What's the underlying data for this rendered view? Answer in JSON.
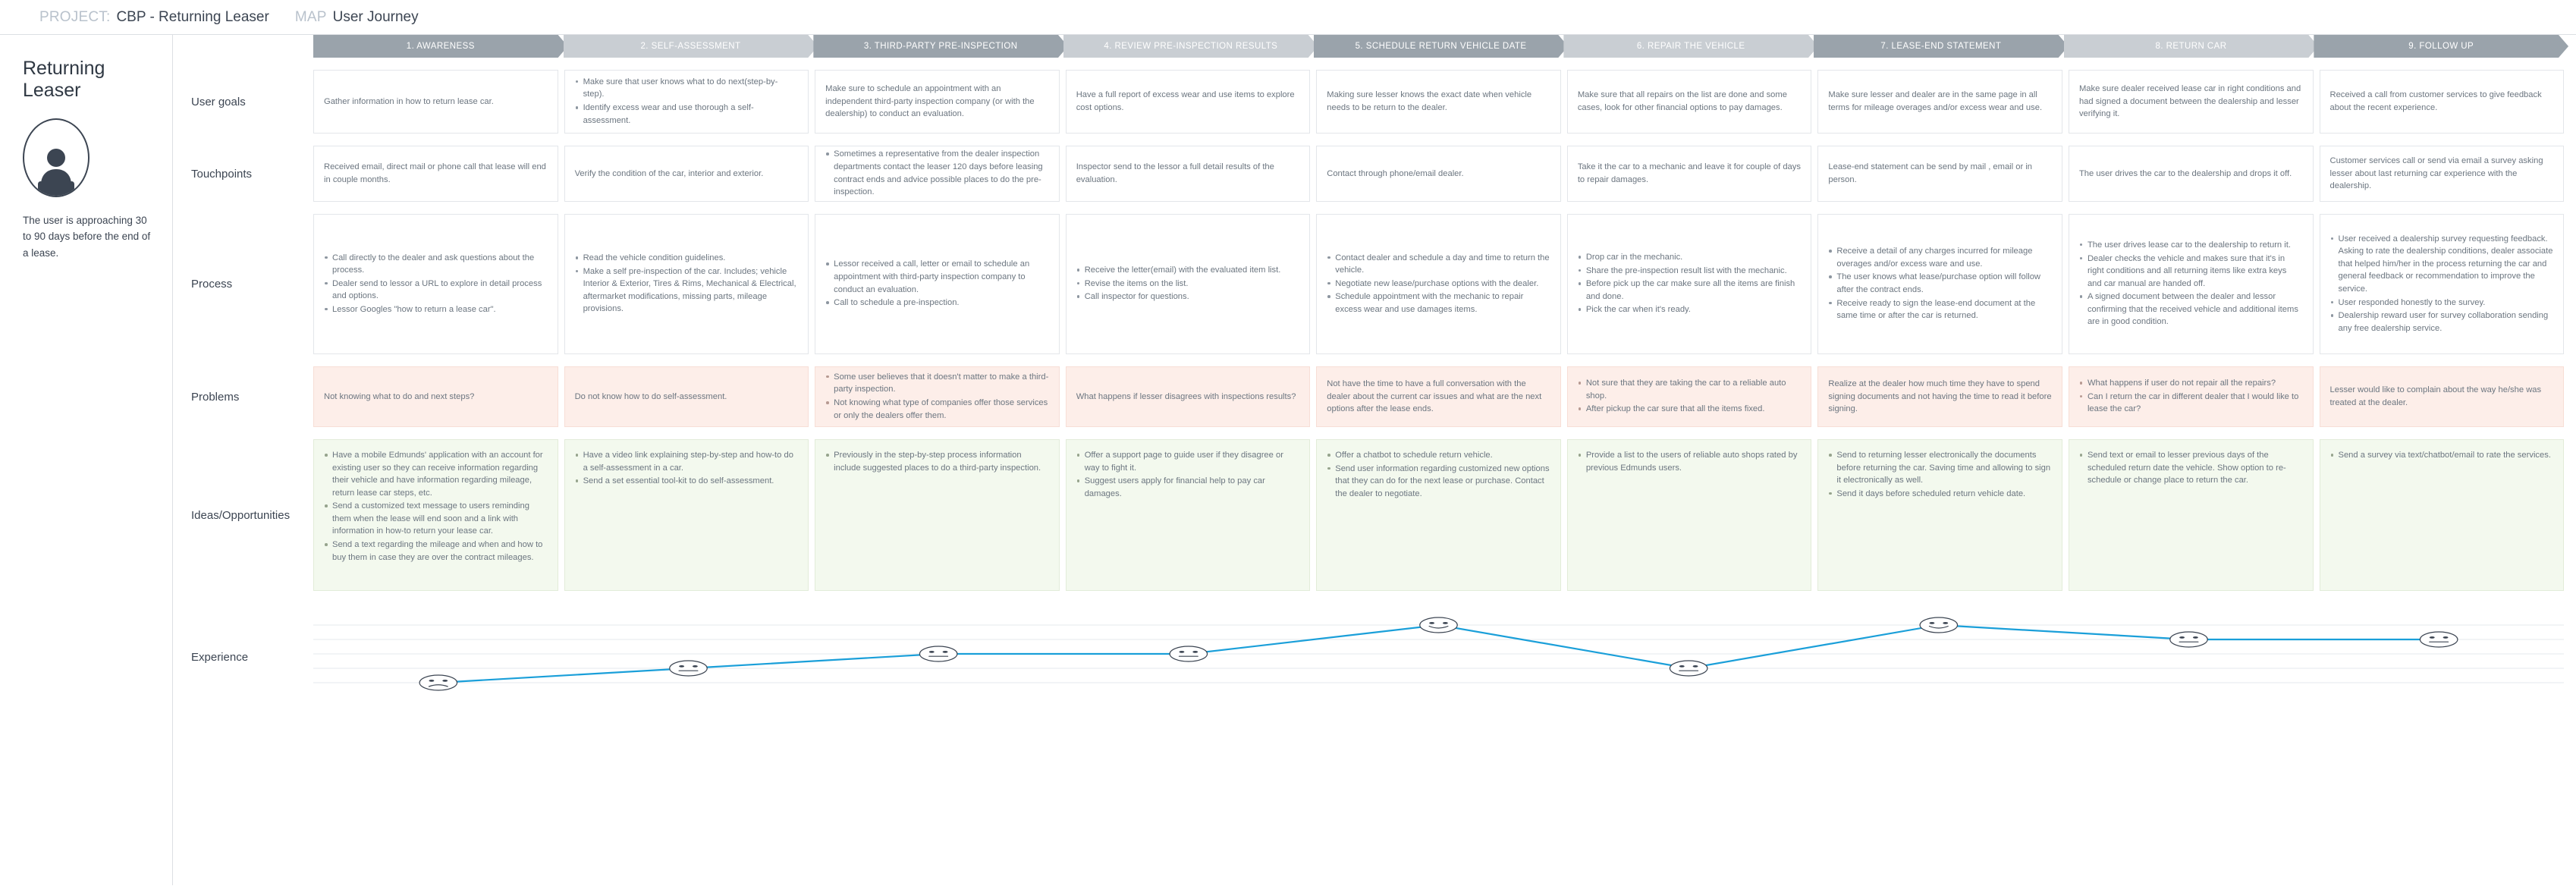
{
  "topbar": {
    "project_label": "PROJECT:",
    "project_value": "CBP - Returning Leaser",
    "map_label": "MAP",
    "map_value": "User Journey"
  },
  "persona": {
    "title": "Returning Leaser",
    "avatar_icon": "user-avatar-icon",
    "description": "The user is approaching 30 to 90 days before the end of a lease."
  },
  "phases": [
    {
      "label": "1. AWARENESS",
      "tone": "dark"
    },
    {
      "label": "2. SELF-ASSESSMENT",
      "tone": "light"
    },
    {
      "label": "3. THIRD-PARTY PRE-INSPECTION",
      "tone": "dark"
    },
    {
      "label": "4. REVIEW PRE-INSPECTION RESULTS",
      "tone": "light"
    },
    {
      "label": "5. SCHEDULE RETURN VEHICLE DATE",
      "tone": "dark"
    },
    {
      "label": "6. REPAIR THE VEHICLE",
      "tone": "light"
    },
    {
      "label": "7. LEASE-END STATEMENT",
      "tone": "dark"
    },
    {
      "label": "8. RETURN CAR",
      "tone": "light"
    },
    {
      "label": "9. FOLLOW UP",
      "tone": "dark"
    }
  ],
  "rows": {
    "goals": {
      "label": "User goals",
      "cells": [
        {
          "text": "Gather information in how to return lease car.",
          "bullets": []
        },
        {
          "text": "",
          "bullets": [
            "Make sure that user knows what to do next(step-by-step).",
            "Identify excess wear and use thorough a self-assessment."
          ]
        },
        {
          "text": "Make sure to schedule an appointment with an independent third-party inspection company (or with the dealership) to conduct an evaluation.",
          "bullets": []
        },
        {
          "text": "Have a full report of excess wear and use items to explore cost options.",
          "bullets": []
        },
        {
          "text": "Making sure lesser knows the exact date when vehicle needs to be return to the dealer.",
          "bullets": []
        },
        {
          "text": "Make sure that all repairs on the list are done and some cases, look for other financial options to pay damages.",
          "bullets": []
        },
        {
          "text": "Make sure lesser and dealer are in the same page in all terms for mileage overages and/or excess wear and use.",
          "bullets": []
        },
        {
          "text": "Make sure dealer received lease car in right conditions and had signed a document between the dealership and lesser verifying it.",
          "bullets": []
        },
        {
          "text": "Received a call from customer services to give feedback about the recent experience.",
          "bullets": []
        }
      ]
    },
    "touchpoints": {
      "label": "Touchpoints",
      "cells": [
        {
          "text": "Received email, direct mail or phone call that lease will end in couple months.",
          "bullets": []
        },
        {
          "text": "Verify the condition of the car, interior and exterior.",
          "bullets": []
        },
        {
          "text": "",
          "bullets": [
            "Sometimes a representative from the dealer inspection departments contact the leaser 120 days before leasing contract ends and advice possible places to do the pre-inspection."
          ]
        },
        {
          "text": "Inspector send to the lessor a full detail results of the evaluation.",
          "bullets": []
        },
        {
          "text": "Contact through phone/email dealer.",
          "bullets": []
        },
        {
          "text": "Take it the car to a mechanic and leave it for couple of days to repair damages.",
          "bullets": []
        },
        {
          "text": "Lease-end statement can be send by mail , email or in person.",
          "bullets": []
        },
        {
          "text": "The user drives the car to the dealership and drops it off.",
          "bullets": []
        },
        {
          "text": "Customer services call or send via email a survey asking lesser about last returning car experience with the dealership.",
          "bullets": []
        }
      ]
    },
    "process": {
      "label": "Process",
      "cells": [
        {
          "text": "",
          "bullets": [
            "Call directly to the dealer and ask questions about the process.",
            "Dealer send to lessor a URL to explore in detail process and options.",
            "Lessor Googles \"how to return a lease car\"."
          ]
        },
        {
          "text": "",
          "bullets": [
            "Read the vehicle condition guidelines.",
            "Make a self pre-inspection of the car. Includes; vehicle Interior & Exterior, Tires & Rims, Mechanical & Electrical, aftermarket modifications, missing parts, mileage provisions."
          ]
        },
        {
          "text": "",
          "bullets": [
            "Lessor received a call, letter or email to schedule an appointment with third-party inspection company to conduct an evaluation.",
            "Call to schedule a pre-inspection."
          ]
        },
        {
          "text": "",
          "bullets": [
            "Receive the letter(email) with the evaluated item list.",
            "Revise the items on the list.",
            "Call inspector for questions."
          ]
        },
        {
          "text": "",
          "bullets": [
            "Contact dealer and schedule a day and time to return the vehicle.",
            "Negotiate new lease/purchase options with the dealer.",
            "Schedule appointment with the mechanic to repair excess wear and use damages items."
          ]
        },
        {
          "text": "",
          "bullets": [
            "Drop car in the mechanic.",
            "Share the pre-inspection result list with the mechanic.",
            "Before pick up the car make sure all the items are finish and done.",
            "Pick the car when it's ready."
          ]
        },
        {
          "text": "",
          "bullets": [
            "Receive a detail of any charges incurred for mileage overages and/or excess ware and use.",
            "The user knows what lease/purchase option will follow after the contract ends.",
            "Receive ready to sign the lease-end document at the same time or after the car is returned."
          ]
        },
        {
          "text": "",
          "bullets": [
            "The user drives lease car to the dealership to return it.",
            "Dealer checks the vehicle and makes sure that it's in right conditions and all returning items like extra keys and car manual are handed off.",
            "A signed document between the dealer and lessor confirming that the received vehicle and additional items are in good condition."
          ]
        },
        {
          "text": "",
          "bullets": [
            "User received a dealership survey requesting feedback. Asking to rate the dealership conditions, dealer associate that helped him/her in the process returning the car and general feedback or recommendation to improve the service.",
            "User responded honestly to the survey.",
            "Dealership reward user for survey collaboration sending any free dealership service."
          ]
        }
      ]
    },
    "problems": {
      "label": "Problems",
      "cells": [
        {
          "text": "Not knowing what to do and next steps?",
          "bullets": []
        },
        {
          "text": "Do not know how to do self-assessment.",
          "bullets": []
        },
        {
          "text": "",
          "bullets": [
            "Some user believes that it doesn't matter to make a third-party inspection.",
            "Not knowing what type of companies offer those services or only the dealers offer them."
          ]
        },
        {
          "text": "What happens if lesser disagrees with inspections results?",
          "bullets": []
        },
        {
          "text": "Not have the time to have a full conversation with the dealer about the current car issues and what are the next options after the lease ends.",
          "bullets": []
        },
        {
          "text": "",
          "bullets": [
            "Not sure that they are taking the car to a reliable auto shop.",
            "After pickup the car sure that all the items fixed."
          ]
        },
        {
          "text": "Realize at the dealer how much time they have to spend signing documents and not having the time to read it before signing.",
          "bullets": []
        },
        {
          "text": "",
          "bullets": [
            "What happens if user do not repair all the repairs?",
            "Can I return the car in different dealer that I would like to lease the car?"
          ]
        },
        {
          "text": "Lesser would like to complain about the way he/she was treated at the dealer.",
          "bullets": []
        }
      ]
    },
    "ideas": {
      "label": "Ideas/Opportunities",
      "cells": [
        {
          "text": "",
          "bullets": [
            "Have a mobile Edmunds' application with an account for existing user so they can receive information regarding their vehicle and have information regarding mileage, return lease car steps, etc.",
            "Send a customized text message to users reminding them when the lease will end soon and a link with information in how-to return your lease car.",
            "Send a text regarding the mileage and when and how to buy them in case they are over the contract mileages."
          ]
        },
        {
          "text": "",
          "bullets": [
            "Have a video link explaining step-by-step and how-to do a self-assessment in a car.",
            "Send a set essential tool-kit to do self-assessment."
          ]
        },
        {
          "text": "",
          "bullets": [
            "Previously in the step-by-step process information include suggested places to do a third-party inspection."
          ]
        },
        {
          "text": "",
          "bullets": [
            "Offer a support page to guide user if they disagree or way to fight it.",
            "Suggest users apply for financial help to pay car damages."
          ]
        },
        {
          "text": "",
          "bullets": [
            "Offer a chatbot to schedule return vehicle.",
            "Send user information regarding customized new options that they can do for the next lease or purchase. Contact the dealer to negotiate."
          ]
        },
        {
          "text": "",
          "bullets": [
            "Provide a list to the users of reliable auto shops rated by previous Edmunds users."
          ]
        },
        {
          "text": "",
          "bullets": [
            "Send to returning lesser electronically the documents before returning the car. Saving time and allowing to sign it electronically as well.",
            "Send it days before scheduled return vehicle date."
          ]
        },
        {
          "text": "",
          "bullets": [
            "Send text or email to lesser previous days of the scheduled return date the vehicle. Show option to re-schedule or change place to return the car."
          ]
        },
        {
          "text": "",
          "bullets": [
            "Send a survey via text/chatbot/email to rate the services."
          ]
        }
      ]
    }
  },
  "chart_data": {
    "type": "line",
    "title": "Experience",
    "xlabel": "",
    "ylabel": "",
    "categories": [
      "1. AWARENESS",
      "2. SELF-ASSESSMENT",
      "3. THIRD-PARTY PRE-INSPECTION",
      "4. REVIEW PRE-INSPECTION RESULTS",
      "5. SCHEDULE RETURN VEHICLE DATE",
      "6. REPAIR THE VEHICLE",
      "7. LEASE-END STATEMENT",
      "8. RETURN CAR",
      "9. FOLLOW UP"
    ],
    "series": [
      {
        "name": "Experience",
        "values": [
          1,
          2,
          3,
          3,
          5,
          2,
          5,
          4,
          4
        ],
        "faces": [
          "sad",
          "neutral",
          "neutral",
          "neutral",
          "happy",
          "neutral",
          "happy",
          "neutral",
          "neutral"
        ]
      }
    ],
    "ylim": [
      0,
      6
    ],
    "grid": true,
    "legend": "none",
    "line_color": "#1a9fd9"
  },
  "colors": {
    "phase_dark": "#9aa3ab",
    "phase_light": "#c9ced3",
    "problems_bg": "#fdeee9",
    "ideas_bg": "#f3f9ee",
    "accent_line": "#1a9fd9",
    "text": "#5b6672"
  }
}
